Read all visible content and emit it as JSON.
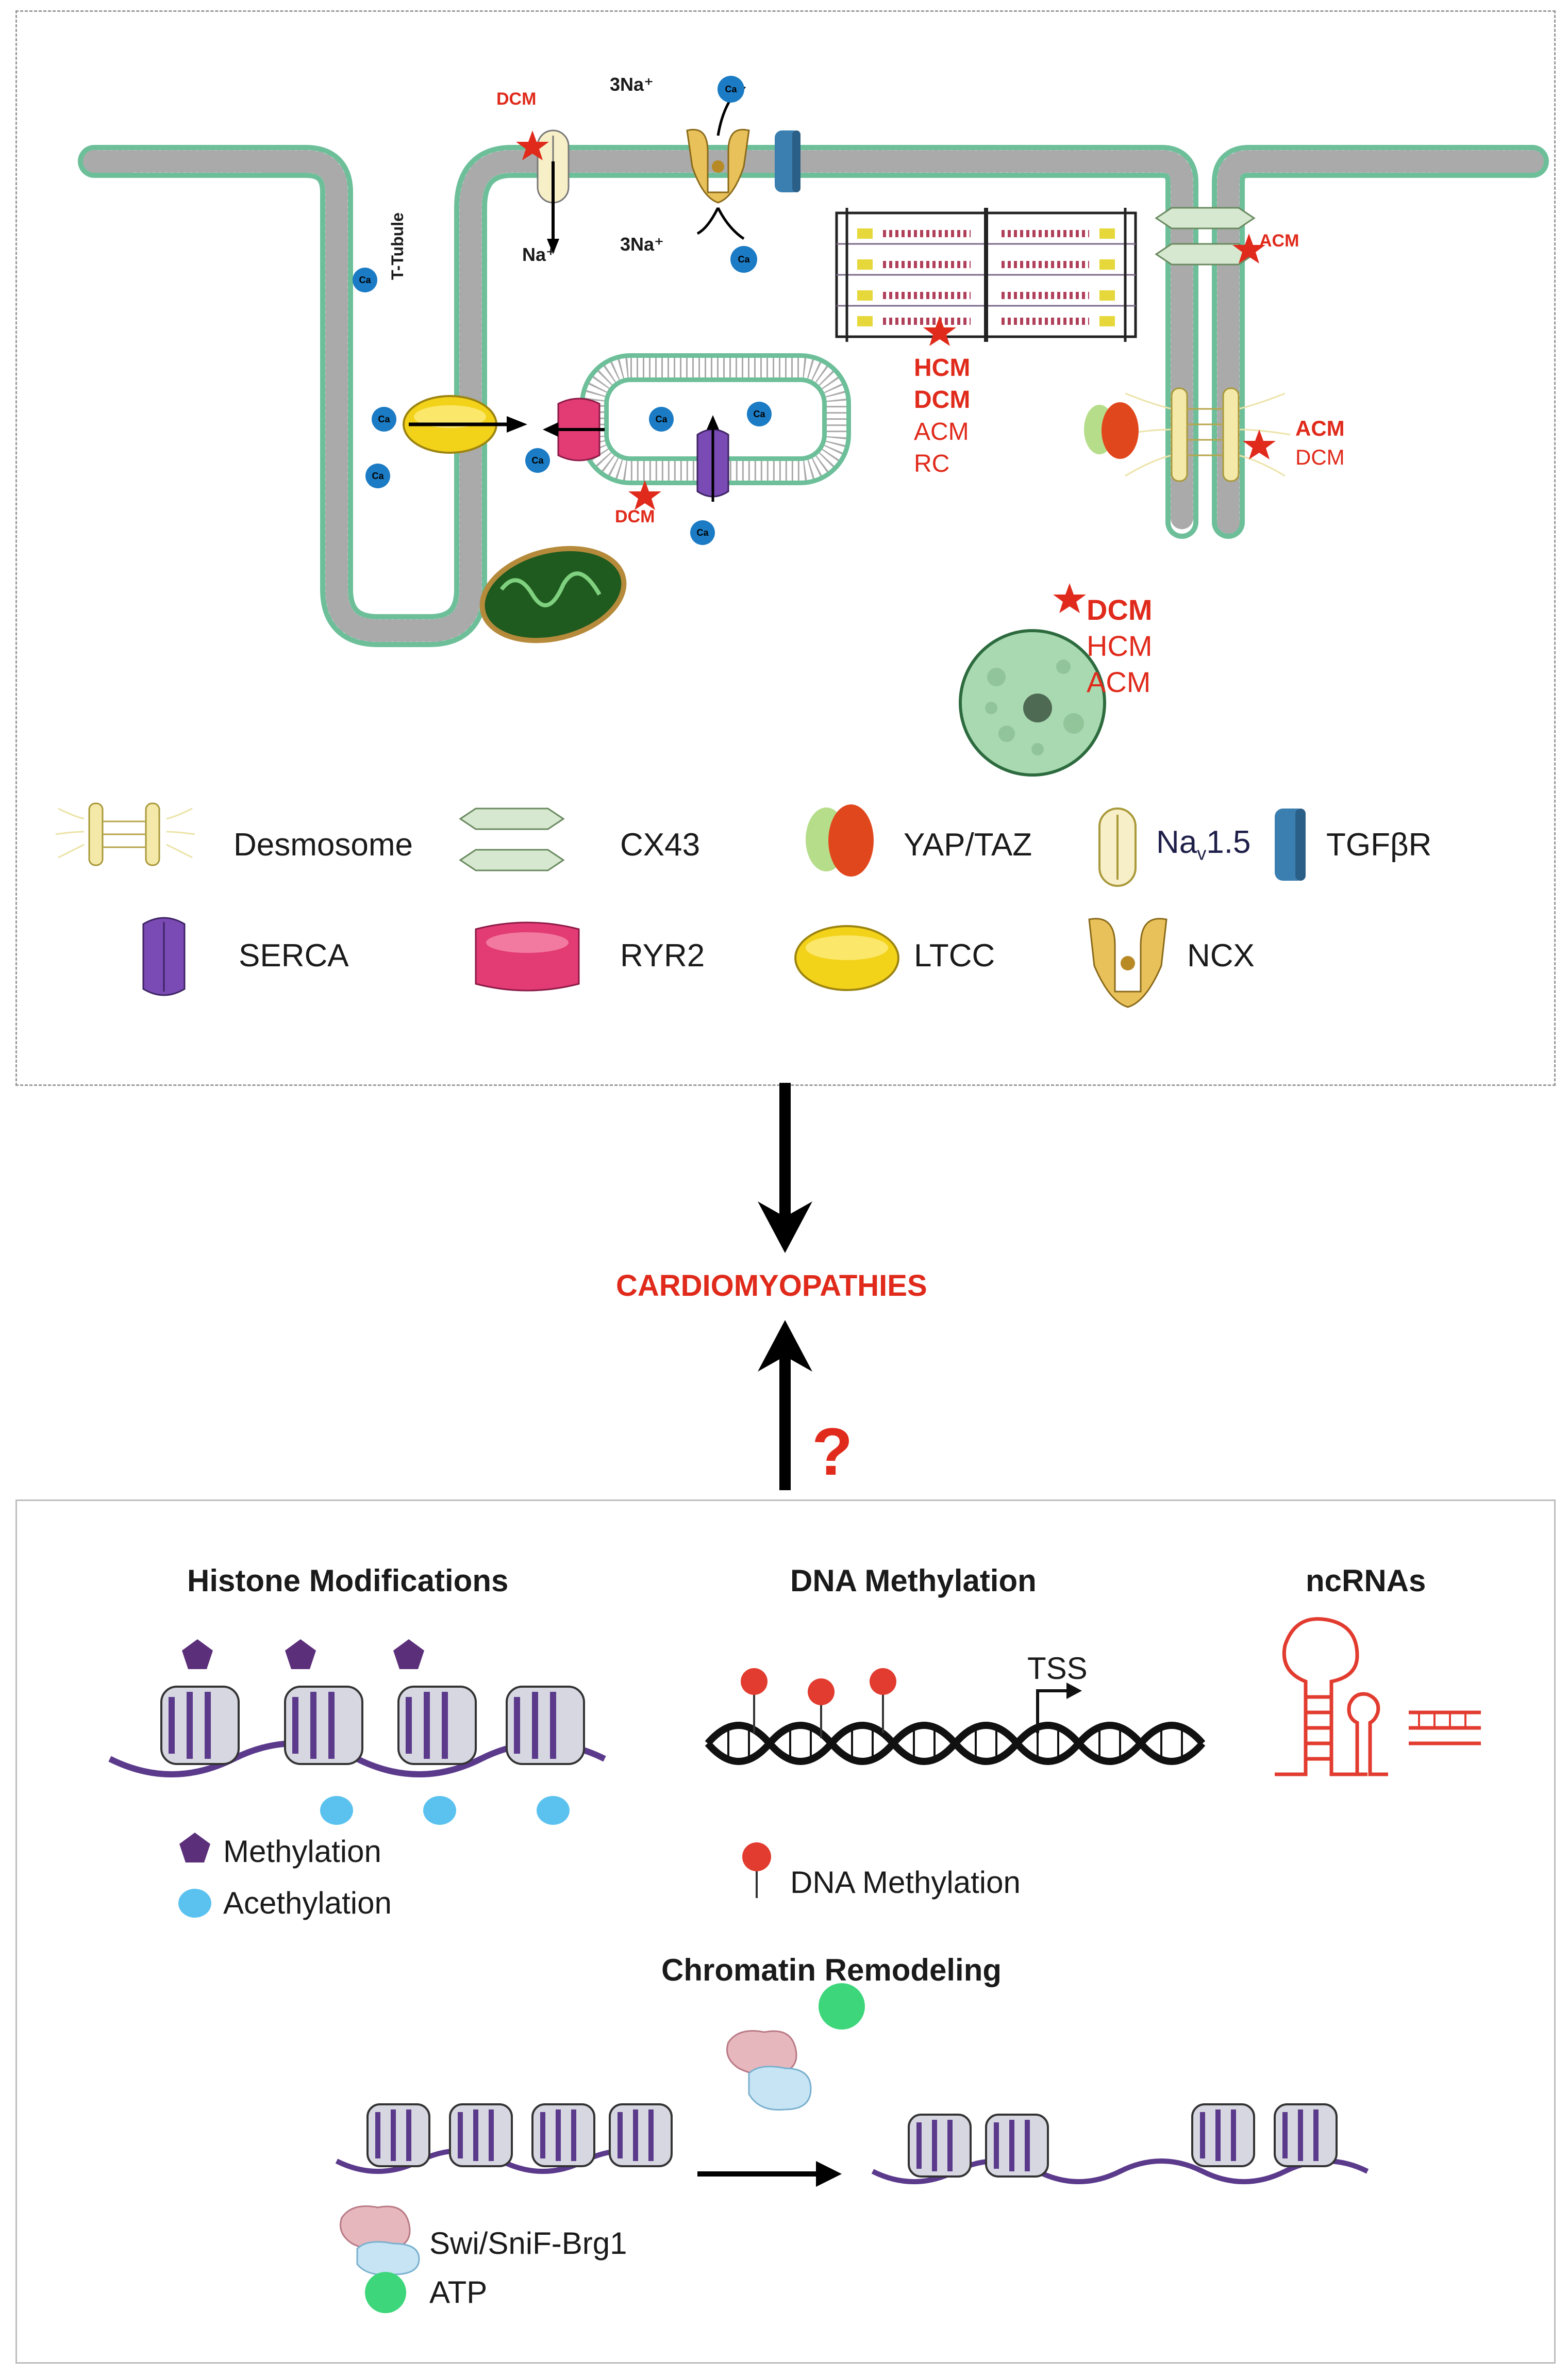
{
  "top_panel": {
    "membrane_labels": {
      "t_tubule": "T-Tubule",
      "na_in": "Na⁺",
      "na_out_top": "3Na⁺",
      "na_out_bottom": "3Na⁺",
      "ca": "Ca²⁺"
    },
    "disease_tags": {
      "nav_dcm": "DCM",
      "serca_dcm": "DCM",
      "cx43_acm": "ACM",
      "sarcomere": [
        "HCM",
        "DCM",
        "ACM",
        "RC"
      ],
      "desmosome": [
        "ACM",
        "DCM"
      ],
      "nucleus": [
        "DCM",
        "HCM",
        "ACM"
      ]
    },
    "legend": [
      {
        "key": "desmosome",
        "label": "Desmosome"
      },
      {
        "key": "cx43",
        "label": "CX43"
      },
      {
        "key": "yaptaz",
        "label": "YAP/TAZ"
      },
      {
        "key": "nav15",
        "label": "Nav1.5"
      },
      {
        "key": "tgfbr",
        "label": "TGFβR"
      },
      {
        "key": "serca",
        "label": "SERCA"
      },
      {
        "key": "ryr2",
        "label": "RYR2"
      },
      {
        "key": "ltcc",
        "label": "LTCC"
      },
      {
        "key": "ncx",
        "label": "NCX"
      }
    ],
    "legend_nav_main": "Na",
    "legend_nav_sub": "v",
    "legend_nav_tail": "1.5"
  },
  "center": {
    "title": "CARDIOMYOPATHIES",
    "question": "?"
  },
  "bottom_panel": {
    "histone": {
      "title": "Histone Modifications",
      "legend_methylation": "Methylation",
      "legend_acetylation": "Acethylation"
    },
    "dna": {
      "title": "DNA Methylation",
      "tss": "TSS",
      "legend": "DNA Methylation"
    },
    "ncrna": {
      "title": "ncRNAs"
    },
    "chromatin": {
      "title": "Chromatin Remodeling",
      "legend_swisnf": "Swi/SniF-Brg1",
      "legend_atp": "ATP"
    }
  },
  "colors": {
    "membrane": "#6dbf9a",
    "disease_red": "#e02a1b",
    "ca_ion": "#1b7bc4",
    "nucleosome_purple": "#5b3a8c",
    "acetyl_blue": "#5bc2ef",
    "methyl_red": "#e23b2f",
    "atp_green": "#3dd67a"
  }
}
